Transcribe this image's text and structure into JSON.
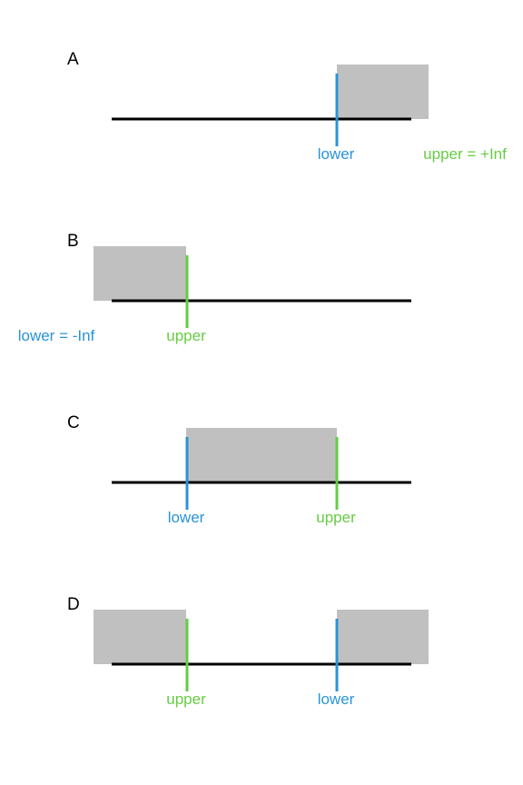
{
  "colors": {
    "lower": "#2a93d8",
    "upper": "#66cc44",
    "shade": "#c0c0c0",
    "axis": "#000000",
    "background": "#ffffff"
  },
  "panels": [
    {
      "id": "A",
      "label": "A",
      "shaded_regions": [
        "above-lower"
      ],
      "markers": [
        {
          "kind": "lower",
          "text": "lower",
          "drawn": true
        },
        {
          "kind": "upper",
          "text": "upper = +Inf",
          "drawn": false
        }
      ]
    },
    {
      "id": "B",
      "label": "B",
      "shaded_regions": [
        "below-upper"
      ],
      "markers": [
        {
          "kind": "lower",
          "text": "lower = -Inf",
          "drawn": false
        },
        {
          "kind": "upper",
          "text": "upper",
          "drawn": true
        }
      ]
    },
    {
      "id": "C",
      "label": "C",
      "shaded_regions": [
        "between-lower-and-upper"
      ],
      "markers": [
        {
          "kind": "lower",
          "text": "lower",
          "drawn": true
        },
        {
          "kind": "upper",
          "text": "upper",
          "drawn": true
        }
      ]
    },
    {
      "id": "D",
      "label": "D",
      "shaded_regions": [
        "below-upper",
        "above-lower"
      ],
      "markers": [
        {
          "kind": "upper",
          "text": "upper",
          "drawn": true
        },
        {
          "kind": "lower",
          "text": "lower",
          "drawn": true
        }
      ]
    }
  ]
}
